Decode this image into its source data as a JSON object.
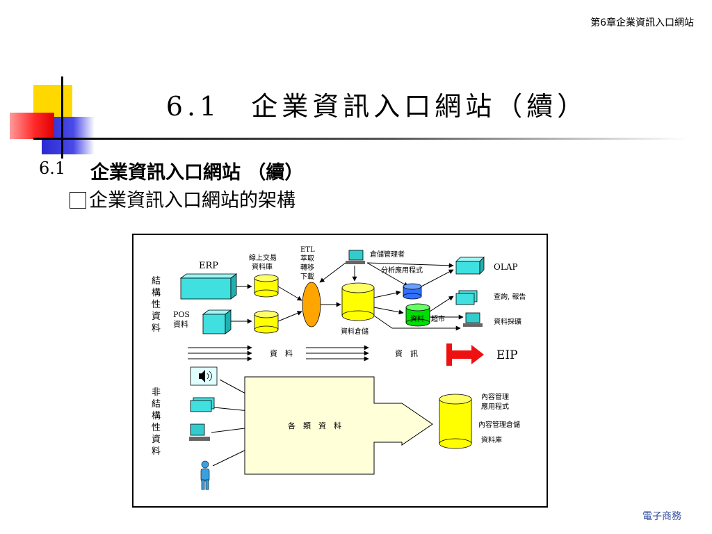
{
  "header": {
    "chapter": "第6章企業資訊入口網站"
  },
  "title": "6.1　企業資訊入口網站（續）",
  "section": {
    "number": "6.1",
    "title": "企業資訊入口網站 （續）"
  },
  "bullet": {
    "text": "企業資訊入口網站的架構"
  },
  "footer": {
    "text": "電子商務"
  },
  "diagram": {
    "structured_label": "結構性資料",
    "unstructured_label": "非結構性資料",
    "erp": "ERP",
    "pos_line1": "POS",
    "pos_line2": "資料",
    "online_db_line1": "線上交易",
    "online_db_line2": "資料庫",
    "etl_line1": "ETL",
    "etl_line2": "萃取",
    "etl_line3": "轉移",
    "etl_line4": "下載",
    "warehouse_manager": "倉儲管理者",
    "analysis_app": "分析應用程式",
    "olap": "OLAP",
    "query_report": "查詢, 報告",
    "data_mart_a": "資料",
    "data_mart_b": "超市",
    "data_mining": "資料採礦",
    "data_warehouse": "資料倉儲",
    "flow_data": "資　料",
    "flow_info": "資　訊",
    "eip": "EIP",
    "various_data": "各　類　資　料",
    "cm_app_line1": "內容管理",
    "cm_app_line2": "應用程式",
    "cm_repo_line1": "內容管理倉儲",
    "cm_repo_line2": "資料庫",
    "colors": {
      "cyan": "#40e0e0",
      "yellow": "#ffff00",
      "green": "#00dd00",
      "blue": "#3070ff",
      "orange": "#ffa500",
      "red": "#ee1111",
      "pale": "#ffffd8"
    }
  }
}
